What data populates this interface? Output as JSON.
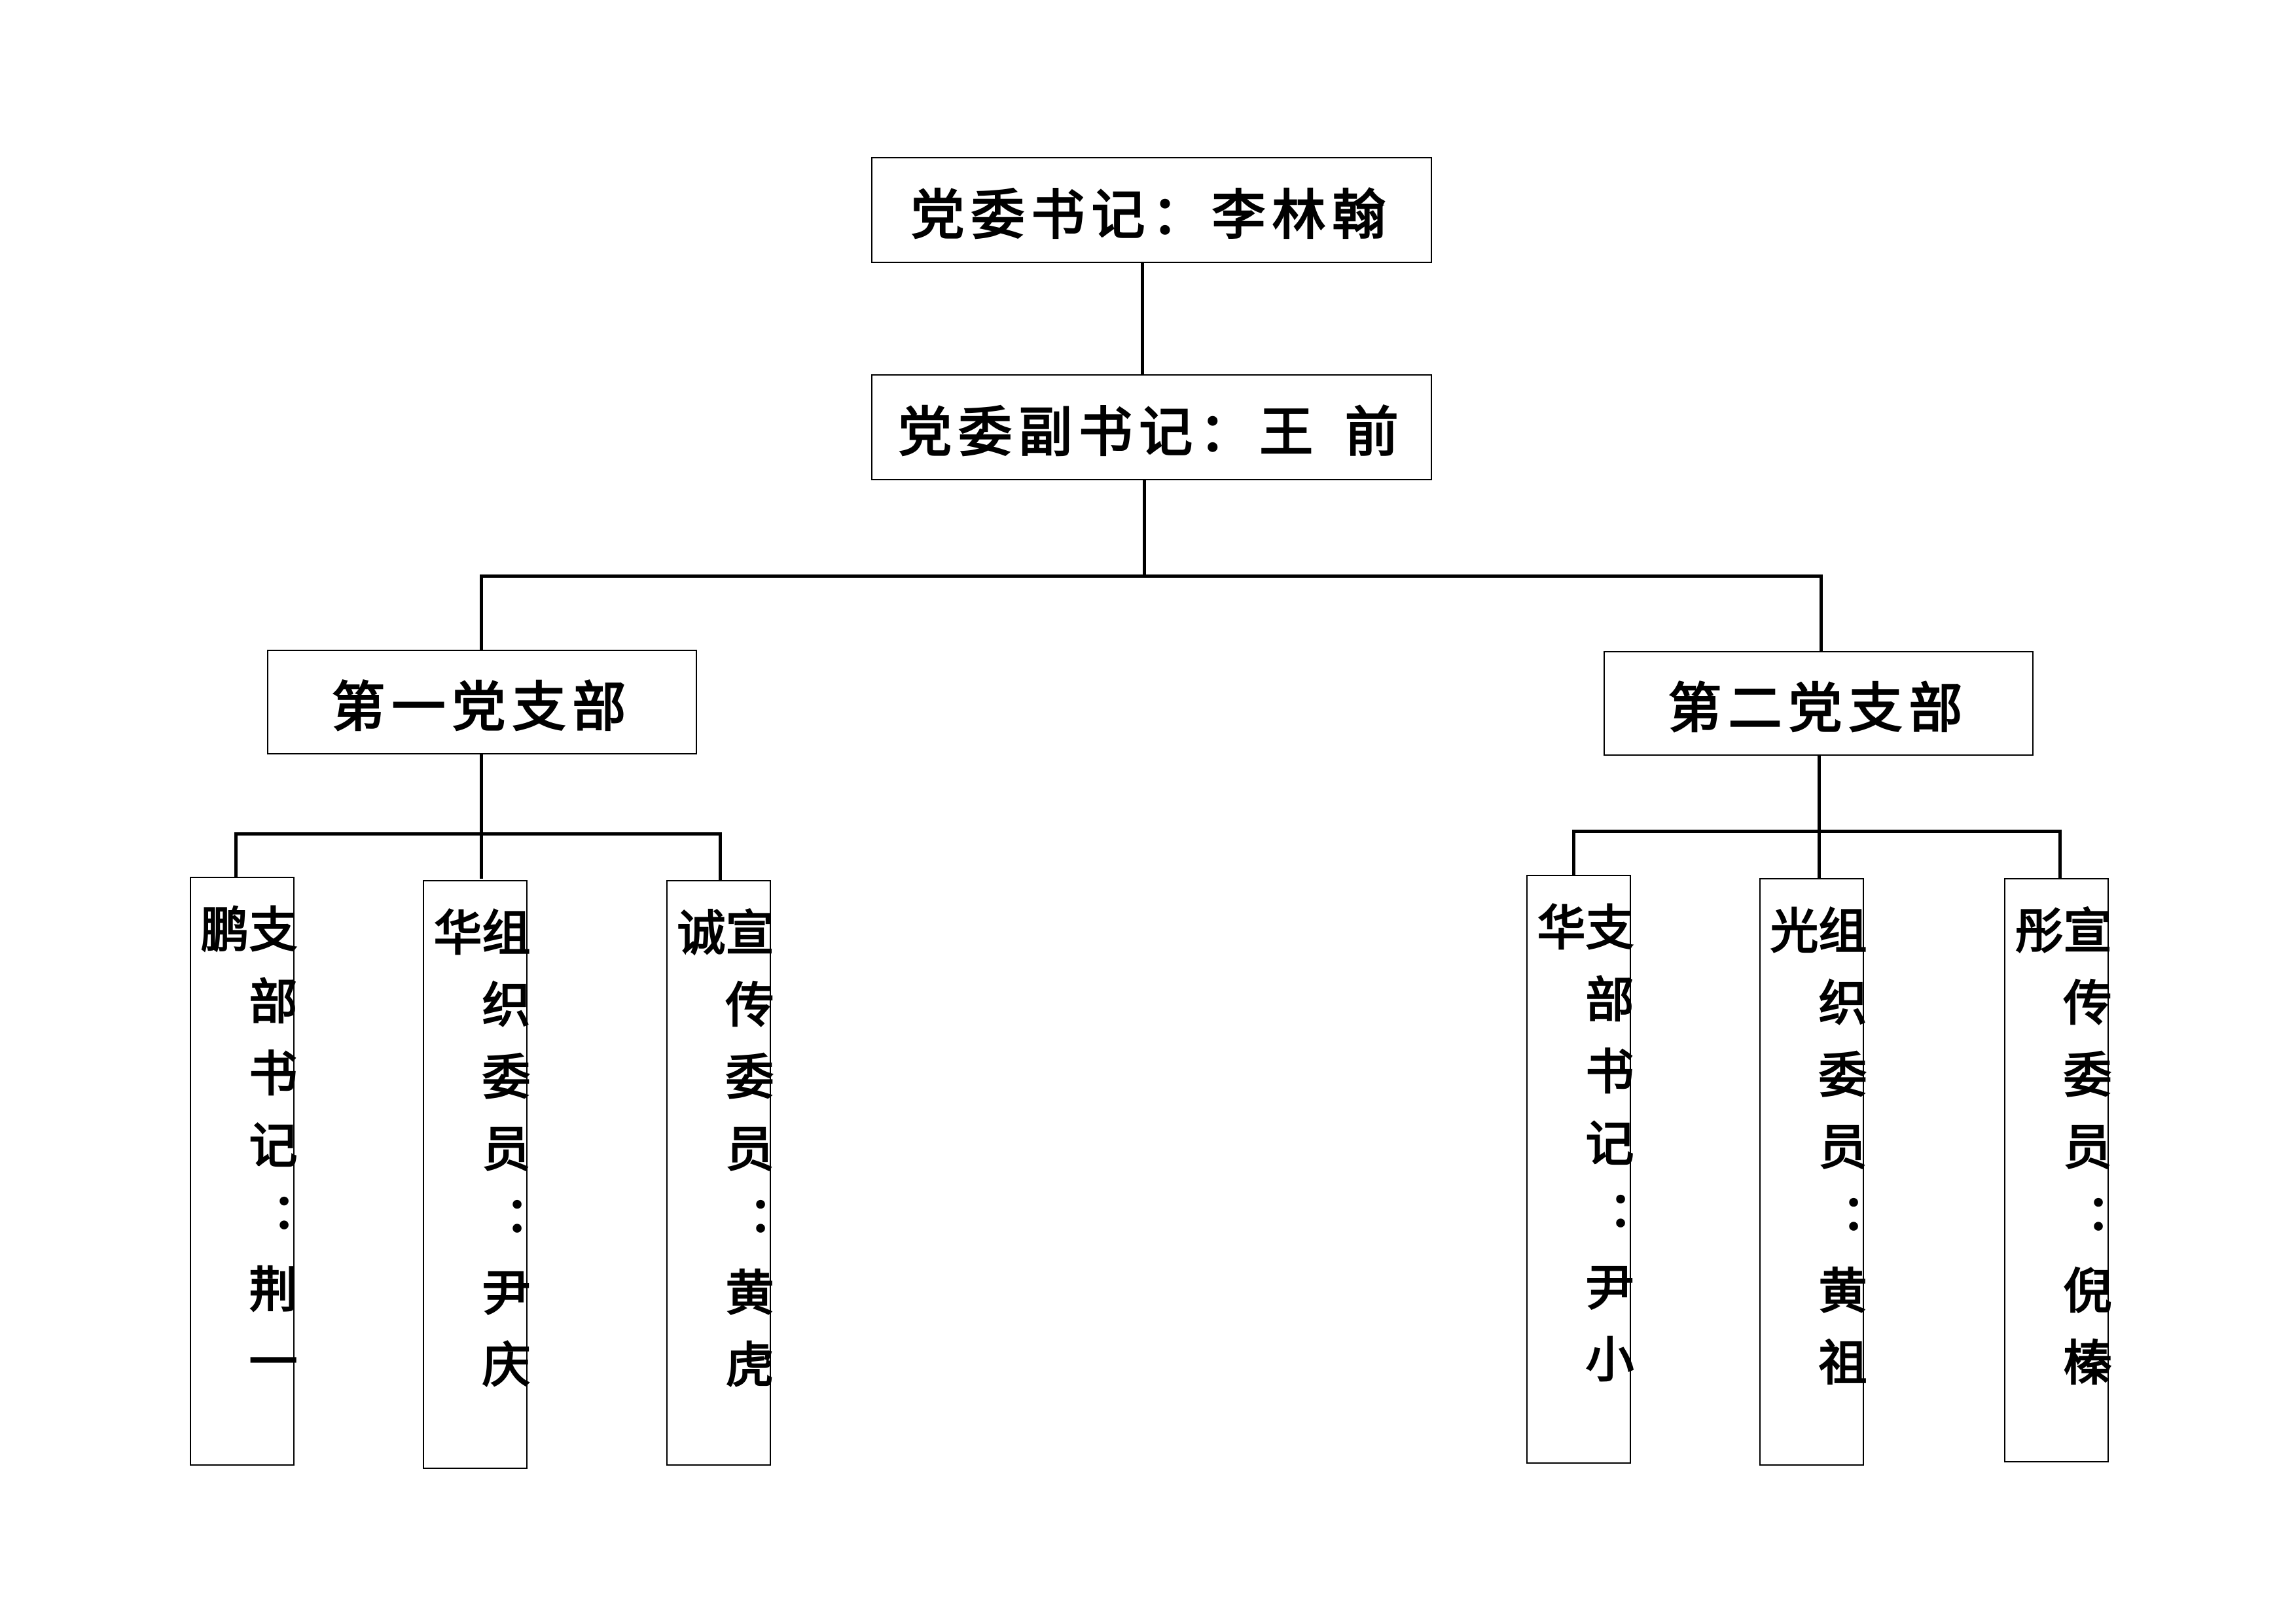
{
  "org_chart": {
    "top": {
      "label": "党委书记：李林翰"
    },
    "deputy": {
      "label": "党委副书记：王 前"
    },
    "branches": [
      {
        "label": "第一党支部",
        "members": [
          {
            "label": "支部书记：荆一鹏"
          },
          {
            "label": "组织委员：尹庆华"
          },
          {
            "label": "宣传委员：黄虎诚"
          }
        ]
      },
      {
        "label": "第二党支部",
        "members": [
          {
            "label": "支部书记：尹小华"
          },
          {
            "label": "组织委员：黄祖光"
          },
          {
            "label": "宣传委员：倪榛彤"
          }
        ]
      }
    ]
  }
}
